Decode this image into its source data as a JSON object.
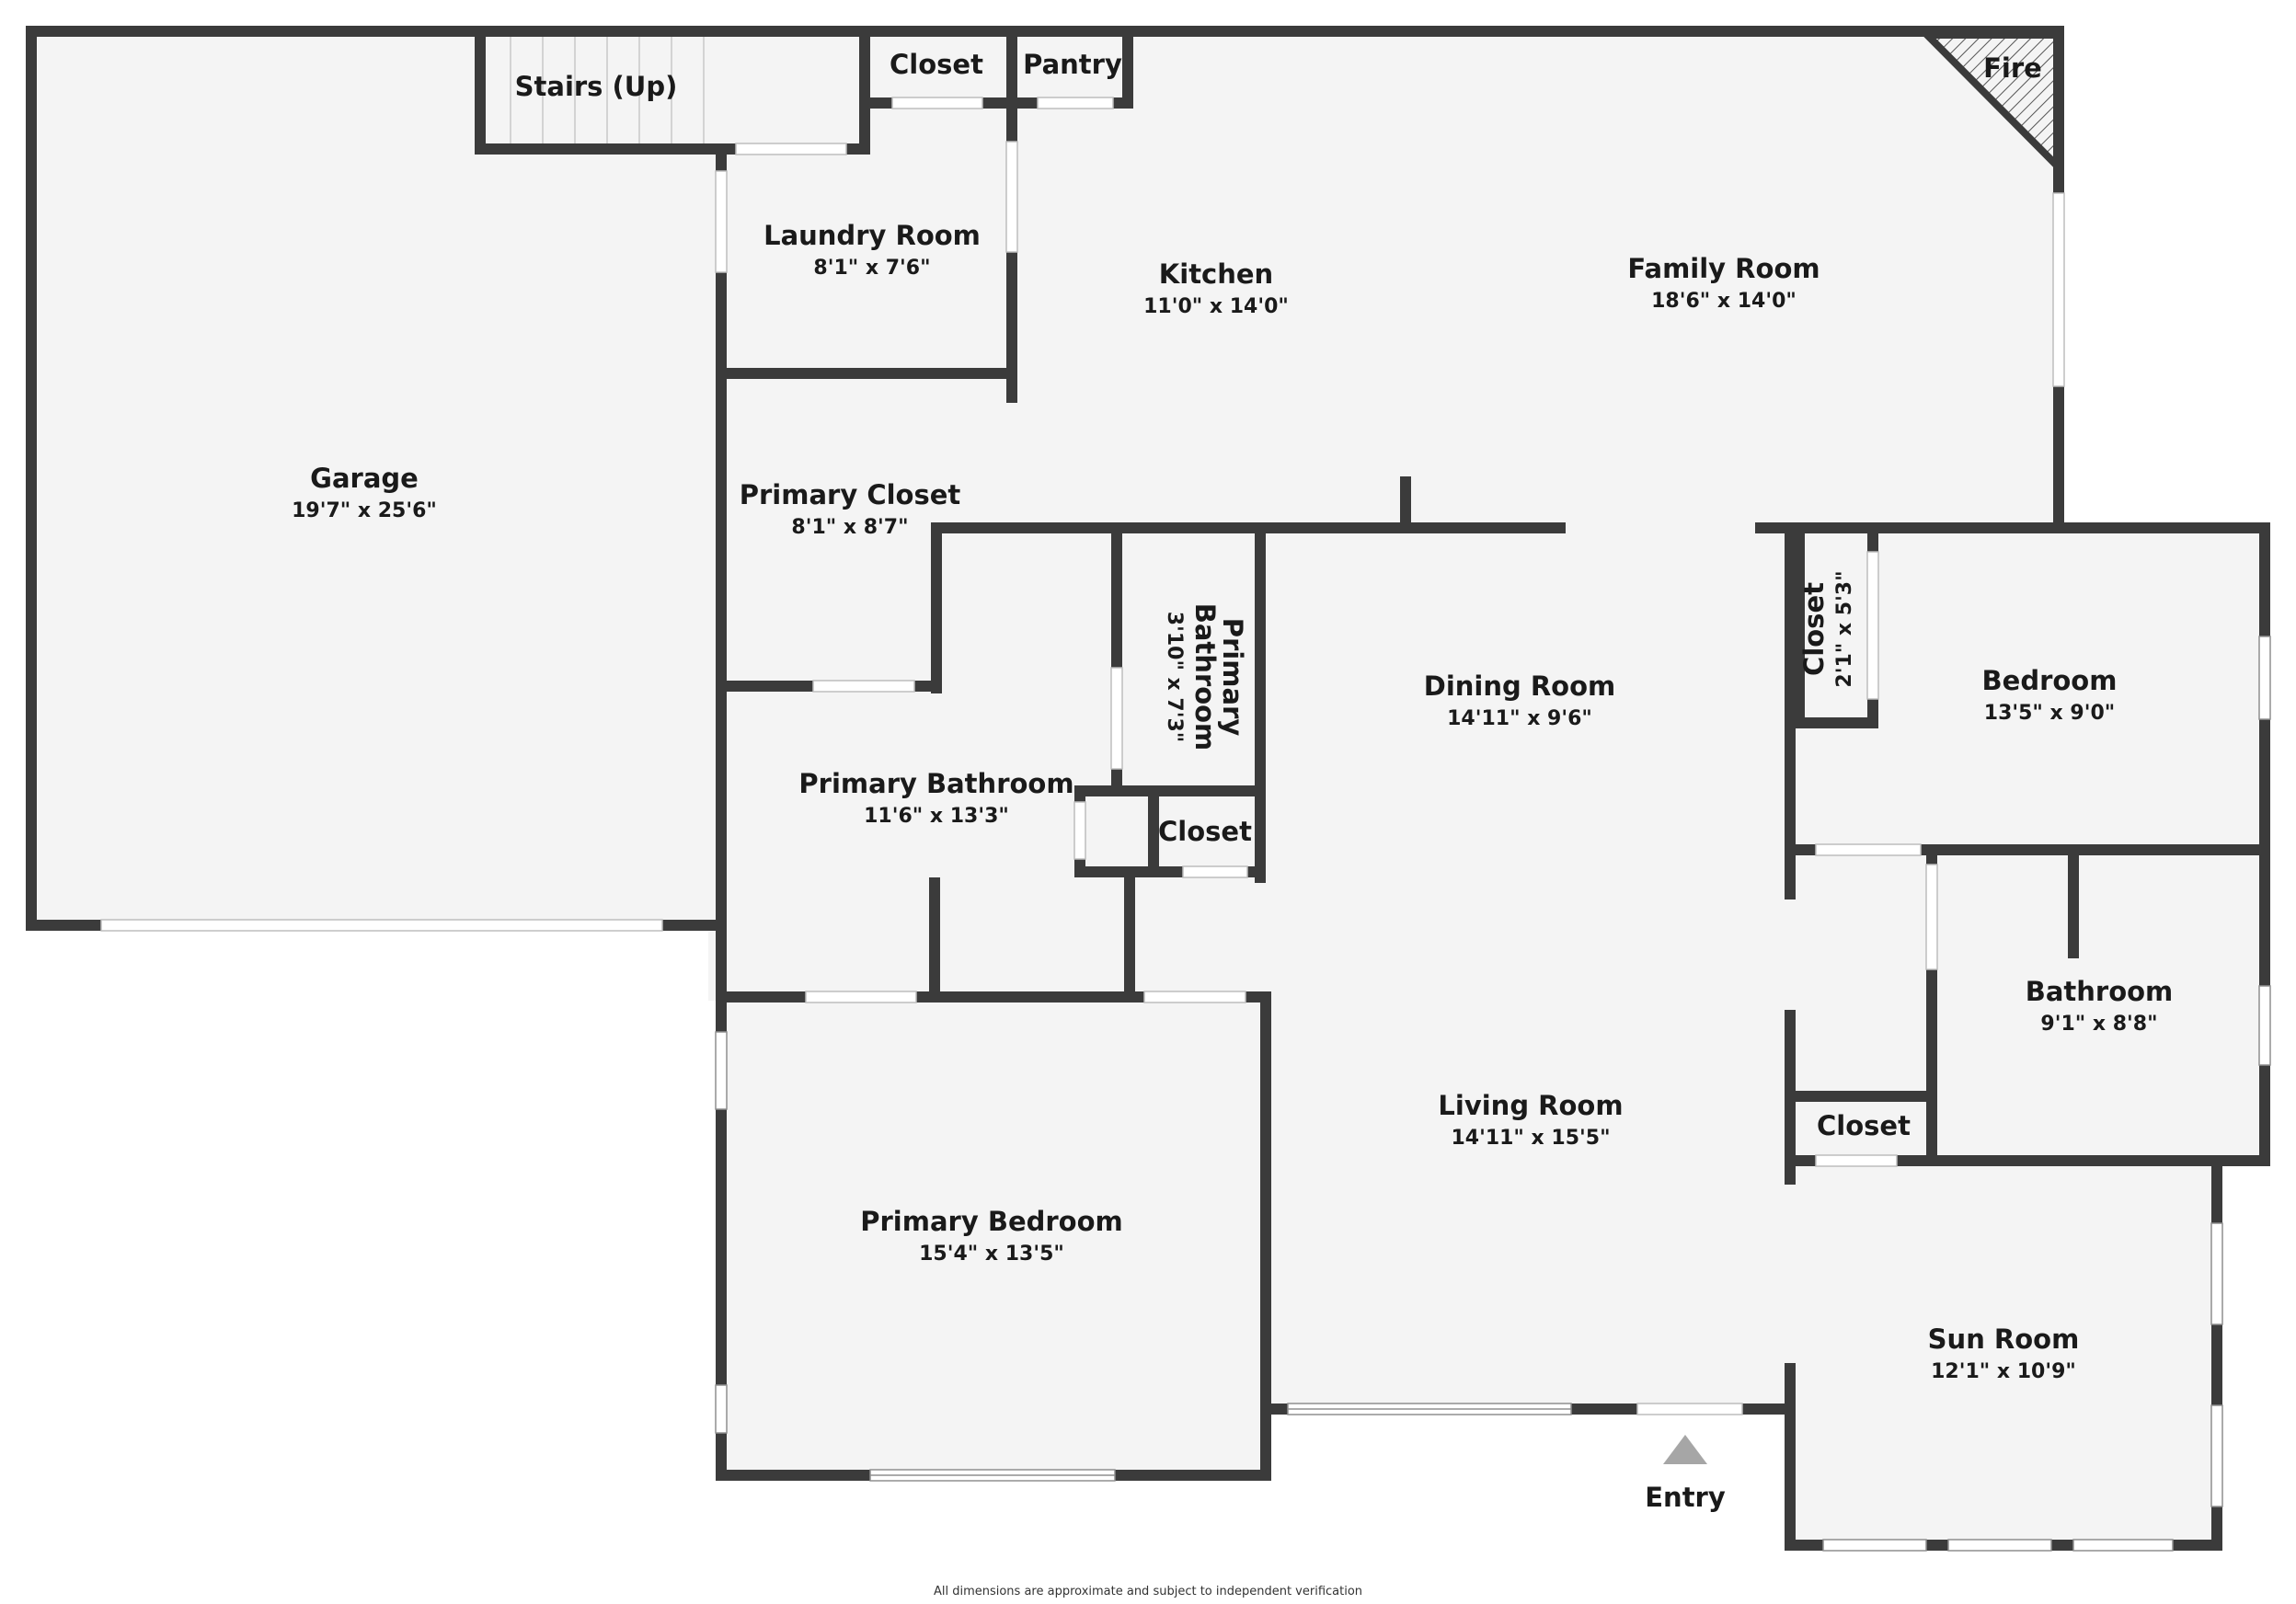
{
  "rooms": {
    "garage": {
      "name": "Garage",
      "dim": "19'7\" x 25'6\""
    },
    "laundry": {
      "name": "Laundry Room",
      "dim": "8'1\" x 7'6\""
    },
    "kitchen": {
      "name": "Kitchen",
      "dim": "11'0\" x 14'0\""
    },
    "family": {
      "name": "Family Room",
      "dim": "18'6\" x 14'0\""
    },
    "primary_closet": {
      "name": "Primary Closet",
      "dim": "8'1\" x 8'7\""
    },
    "primary_bath": {
      "name": "Primary Bathroom",
      "dim": "11'6\" x 13'3\""
    },
    "primary_bath2": {
      "name1": "Primary",
      "name2": "Bathroom",
      "dim": "3'10\" x 7'3\""
    },
    "dining": {
      "name": "Dining Room",
      "dim": "14'11\" x 9'6\""
    },
    "bedroom": {
      "name": "Bedroom",
      "dim": "13'5\" x 9'0\""
    },
    "bed_closet": {
      "name": "Closet",
      "dim": "2'1\" x 5'3\""
    },
    "bathroom": {
      "name": "Bathroom",
      "dim": "9'1\" x 8'8\""
    },
    "living": {
      "name": "Living Room",
      "dim": "14'11\" x 15'5\""
    },
    "primary_bed": {
      "name": "Primary Bedroom",
      "dim": "15'4\" x 13'5\""
    },
    "sun": {
      "name": "Sun Room",
      "dim": "12'1\" x 10'9\""
    }
  },
  "labels": {
    "stairs": "Stairs (Up)",
    "closet_top": "Closet",
    "pantry": "Pantry",
    "fire": "Fire",
    "closet_bath": "Closet",
    "closet_hall": "Closet",
    "entry": "Entry"
  },
  "disclaimer": "All dimensions are approximate and subject to independent verification",
  "colors": {
    "wall": "#3b3b3b",
    "floor": "#f4f4f4",
    "entry_marker": "#a6a6a6"
  }
}
